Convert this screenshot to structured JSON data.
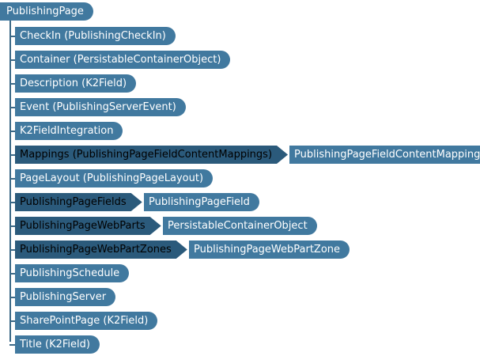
{
  "root": {
    "label": "PublishingPage"
  },
  "children": [
    {
      "label": "CheckIn (PublishingCheckIn)",
      "type": "property",
      "target": null
    },
    {
      "label": "Container (PersistableContainerObject)",
      "type": "property",
      "target": null
    },
    {
      "label": "Description (K2Field)",
      "type": "property",
      "target": null
    },
    {
      "label": "Event (PublishingServerEvent)",
      "type": "property",
      "target": null
    },
    {
      "label": "K2FieldIntegration",
      "type": "property",
      "target": null
    },
    {
      "label": "Mappings (PublishingPageFieldContentMappings)",
      "type": "collection",
      "target": "PublishingPageFieldContentMapping"
    },
    {
      "label": "PageLayout (PublishingPageLayout)",
      "type": "property",
      "target": null
    },
    {
      "label": "PublishingPageFields",
      "type": "collection",
      "target": "PublishingPageField"
    },
    {
      "label": "PublishingPageWebParts",
      "type": "collection",
      "target": "PersistableContainerObject"
    },
    {
      "label": "PublishingPageWebPartZones",
      "type": "collection",
      "target": "PublishingPageWebPartZone"
    },
    {
      "label": "PublishingSchedule",
      "type": "property",
      "target": null
    },
    {
      "label": "PublishingServer",
      "type": "property",
      "target": null
    },
    {
      "label": "SharePointPage (K2Field)",
      "type": "property",
      "target": null
    },
    {
      "label": "Title (K2Field)",
      "type": "property",
      "target": null
    }
  ],
  "colors": {
    "node_fill": "#41799f",
    "collection_fill": "#2b5a7b",
    "connector": "#3a6886",
    "node_text": "#ffffff",
    "collection_text": "#000000"
  }
}
